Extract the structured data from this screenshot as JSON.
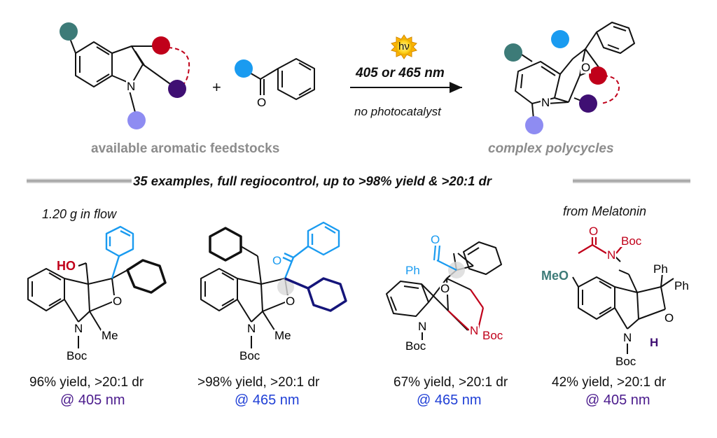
{
  "scheme": {
    "left_label": "available aromatic feedstocks",
    "right_label": "complex polycycles",
    "light_symbol": "hν",
    "conditions_top": "405 or 465 nm",
    "conditions_bottom": "no photocatalyst",
    "plus": "+",
    "atoms": {
      "N": "N",
      "O": "O"
    }
  },
  "banner": "35 examples, full regiocontrol, up to >98% yield & >20:1 dr",
  "examples": [
    {
      "note": "1.20 g in flow",
      "yield": "96% yield, >20:1 dr",
      "wavelength": "@ 405 nm",
      "atoms": {
        "ho": "HO",
        "o": "O",
        "n": "N",
        "me": "Me",
        "boc": "Boc"
      }
    },
    {
      "yield": ">98% yield, >20:1 dr",
      "wavelength": "@ 465 nm",
      "atoms": {
        "o1": "O",
        "o2": "O",
        "n": "N",
        "me": "Me",
        "boc": "Boc"
      }
    },
    {
      "yield": "67% yield, >20:1 dr",
      "wavelength": "@ 465 nm",
      "atoms": {
        "o1": "O",
        "ph": "Ph",
        "o2": "O",
        "n1": "N",
        "boc1": "Boc",
        "n2": "N",
        "boc2": "Boc"
      }
    },
    {
      "note": "from Melatonin",
      "yield": "42% yield, >20:1 dr",
      "wavelength": "@ 405 nm",
      "atoms": {
        "o1": "O",
        "n1": "N",
        "boc1": "Boc",
        "meo": "MeO",
        "ph1": "Ph",
        "ph2": "Ph",
        "o2": "O",
        "n2": "N",
        "h": "H",
        "boc2": "Boc"
      }
    }
  ],
  "colors": {
    "teal": "#3d7b78",
    "red": "#c0001a",
    "purple": "#3f0f73",
    "lavender": "#8e8cf2",
    "blue": "#1a9bf0",
    "navy": "#15157a",
    "wave405": "#4a1a8c",
    "wave465": "#1f3fd6",
    "gray": "#8c8c8c"
  }
}
